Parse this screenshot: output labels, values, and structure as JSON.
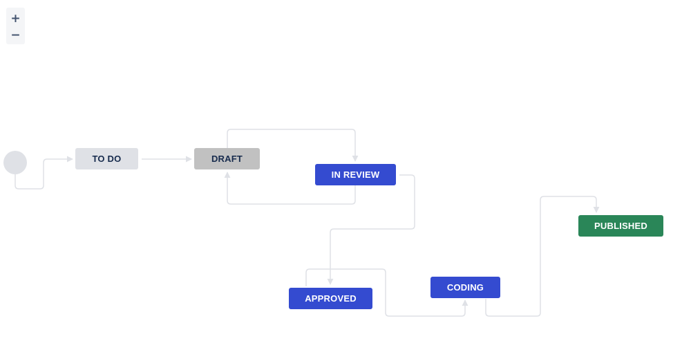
{
  "zoom": {
    "in_label": "+",
    "out_label": "−"
  },
  "statuses": {
    "todo": {
      "label": "TO DO",
      "bg": "#dfe1e6",
      "fg": "#172b4d"
    },
    "draft": {
      "label": "DRAFT",
      "bg": "#c1c1c1",
      "fg": "#172b4d"
    },
    "in_review": {
      "label": "IN REVIEW",
      "bg": "#344bd0",
      "fg": "#ffffff"
    },
    "approved": {
      "label": "APPROVED",
      "bg": "#344bd0",
      "fg": "#ffffff"
    },
    "coding": {
      "label": "CODING",
      "bg": "#344bd0",
      "fg": "#ffffff"
    },
    "published": {
      "label": "PUBLISHED",
      "bg": "#2a8658",
      "fg": "#ffffff"
    }
  },
  "colors": {
    "connector": "#dfe1e6",
    "arrowhead": "#dfe1e6"
  }
}
